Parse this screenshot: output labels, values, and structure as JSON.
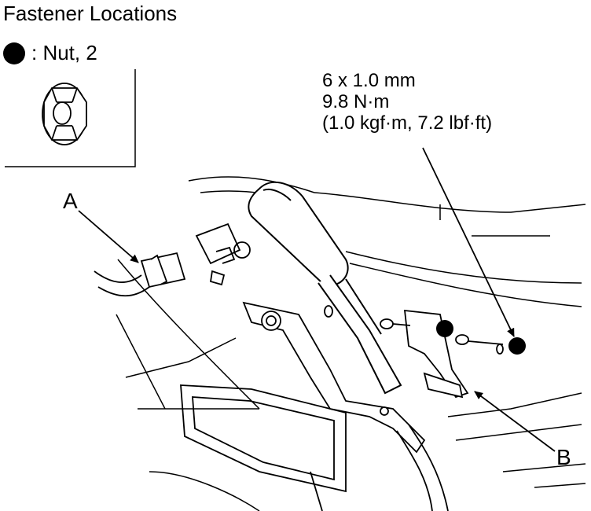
{
  "figure": {
    "title": "Fastener Locations",
    "legend": {
      "symbol": "filled-circle",
      "text": ": Nut, 2"
    },
    "torque_spec": {
      "line1": "6 x 1.0 mm",
      "line2": "9.8 N·m",
      "line3": "(1.0 kgf·m, 7.2 lbf·ft)"
    },
    "callouts": {
      "a": "A",
      "b": "B"
    }
  }
}
